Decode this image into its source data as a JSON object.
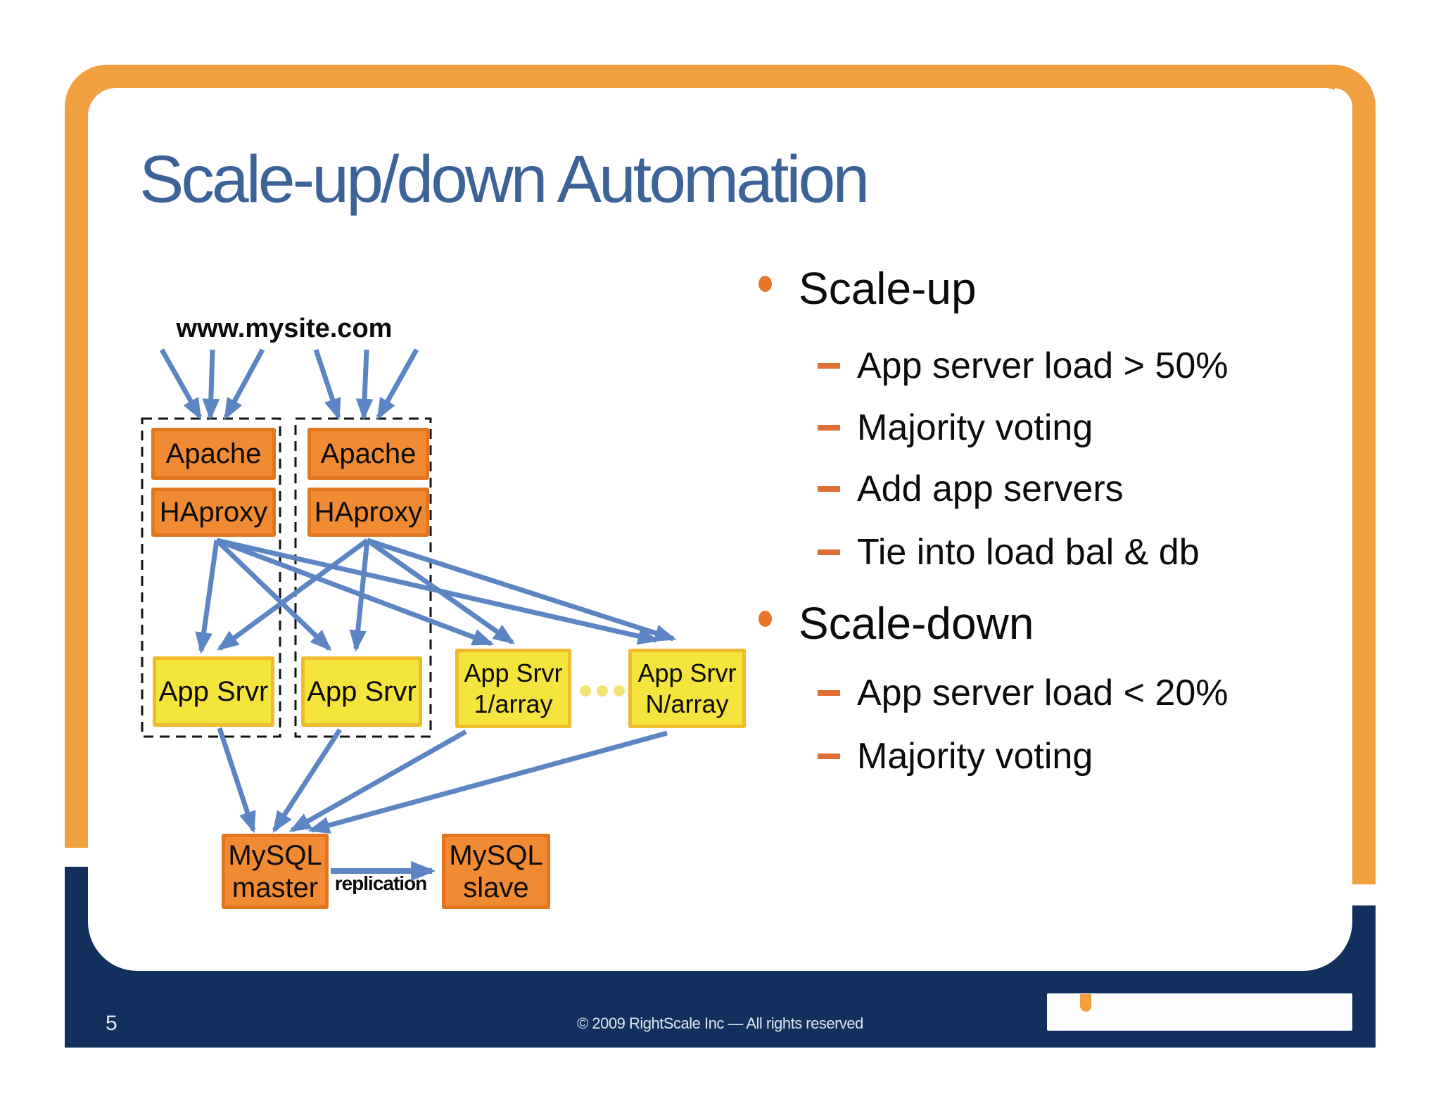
{
  "slide": {
    "title": "Scale-up/down Automation",
    "page_number": "5",
    "copyright": "© 2009 RightScale Inc — All rights reserved"
  },
  "diagram": {
    "domain_label": "www.mysite.com",
    "replication_label": "replication",
    "apache1": "Apache",
    "apache2": "Apache",
    "haproxy1": "HAproxy",
    "haproxy2": "HAproxy",
    "app1": "App Srvr",
    "app2": "App Srvr",
    "array1_line1": "App Srvr",
    "array1_line2": "1/array",
    "arrayn_line1": "App Srvr",
    "arrayn_line2": "N/array",
    "master_line1": "MySQL",
    "master_line2": "master",
    "slave_line1": "MySQL",
    "slave_line2": "slave",
    "ellipsis_icon": "more-servers-dots"
  },
  "bullets": {
    "scale_up": {
      "label": "Scale-up",
      "items": [
        "App server load > 50%",
        "Majority voting",
        "Add app servers",
        "Tie into load bal & db"
      ]
    },
    "scale_down": {
      "label": "Scale-down",
      "items": [
        "App server load < 20%",
        "Majority voting"
      ]
    }
  },
  "palette": {
    "frame_orange": "#F0A03F",
    "footer_navy": "#12305D",
    "title_blue": "#3C6397",
    "box_orange_fill": "#F08B33",
    "box_orange_border": "#E2761F",
    "box_yellow_fill": "#F5E43C",
    "box_yellow_border": "#EEBB2B",
    "arrow_blue": "#5B86C3",
    "bullet_orange": "#E8772B",
    "dash_orange": "#DF6F33",
    "footer_text": "#DDE7F3"
  }
}
